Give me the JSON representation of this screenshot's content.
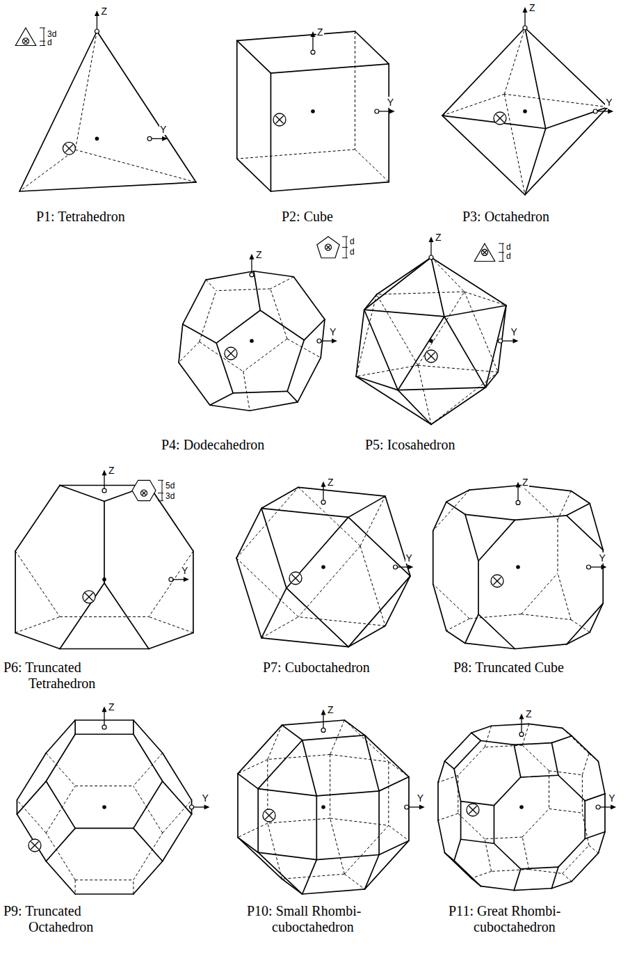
{
  "diagram": {
    "labels": [
      "Z",
      "3d",
      "d",
      "Y",
      "P1: Tetrahedron",
      "Z",
      "Y",
      "P2: Cube",
      "Z",
      "Y",
      "P3: Octahedron",
      "Z",
      "d",
      "d",
      "Y",
      "P4: Dodecahedron",
      "Z",
      "d",
      "d",
      "Y",
      "P5: Icosahedron",
      "Z",
      "5d",
      "3d",
      "Y",
      "P6: Truncated Tetrahedron",
      "Z",
      "Y",
      "P7: Cuboctahedron",
      "Z",
      "Y",
      "P8: Truncated Cube",
      "Z",
      "Y",
      "P9: Truncated Octahedron",
      "Z",
      "Y",
      "P10: Small Rhombi- cuboctahedron",
      "Z",
      "Y",
      "P11: Great Rhombi- cuboctahedron"
    ]
  }
}
